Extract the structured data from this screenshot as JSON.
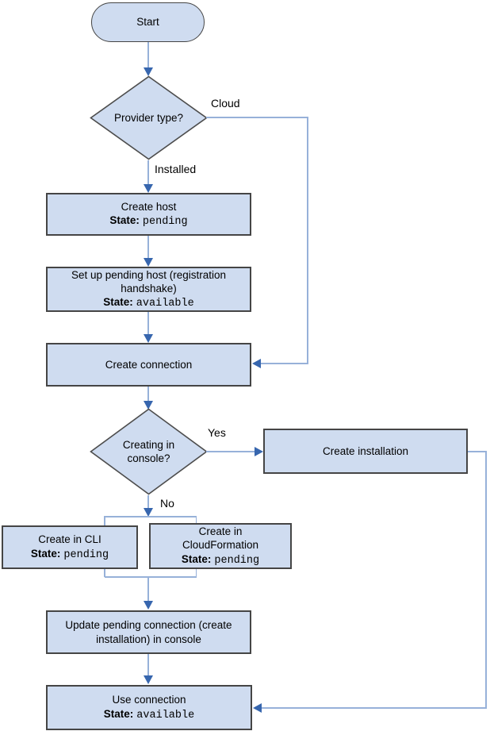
{
  "diagram": {
    "type": "flowchart",
    "background": "#ffffff"
  },
  "colors": {
    "node_fill": "#cfdcf0",
    "node_border": "#454545",
    "connector_line": "#97b1d9",
    "arrowhead": "#3766ae",
    "text": "#000000"
  },
  "nodes": {
    "start": {
      "label": "Start"
    },
    "provider_type": {
      "label": "Provider type?"
    },
    "create_host": {
      "title": "Create host",
      "state_label": "State:",
      "state_value": "pending"
    },
    "setup_pending_host": {
      "title": "Set up pending host (registration handshake)",
      "state_label": "State:",
      "state_value": "available"
    },
    "create_connection": {
      "title": "Create connection"
    },
    "creating_in_console": {
      "label": "Creating in console?"
    },
    "create_installation": {
      "title": "Create installation"
    },
    "create_in_cli": {
      "title": "Create in CLI",
      "state_label": "State:",
      "state_value": "pending"
    },
    "create_in_cloudformation": {
      "title": "Create in CloudFormation",
      "state_label": "State:",
      "state_value": "pending"
    },
    "update_pending_connection": {
      "title": "Update pending connection (create installation) in console"
    },
    "use_connection": {
      "title": "Use connection",
      "state_label": "State:",
      "state_value": "available"
    }
  },
  "edge_labels": {
    "cloud": "Cloud",
    "installed": "Installed",
    "yes": "Yes",
    "no": "No"
  }
}
